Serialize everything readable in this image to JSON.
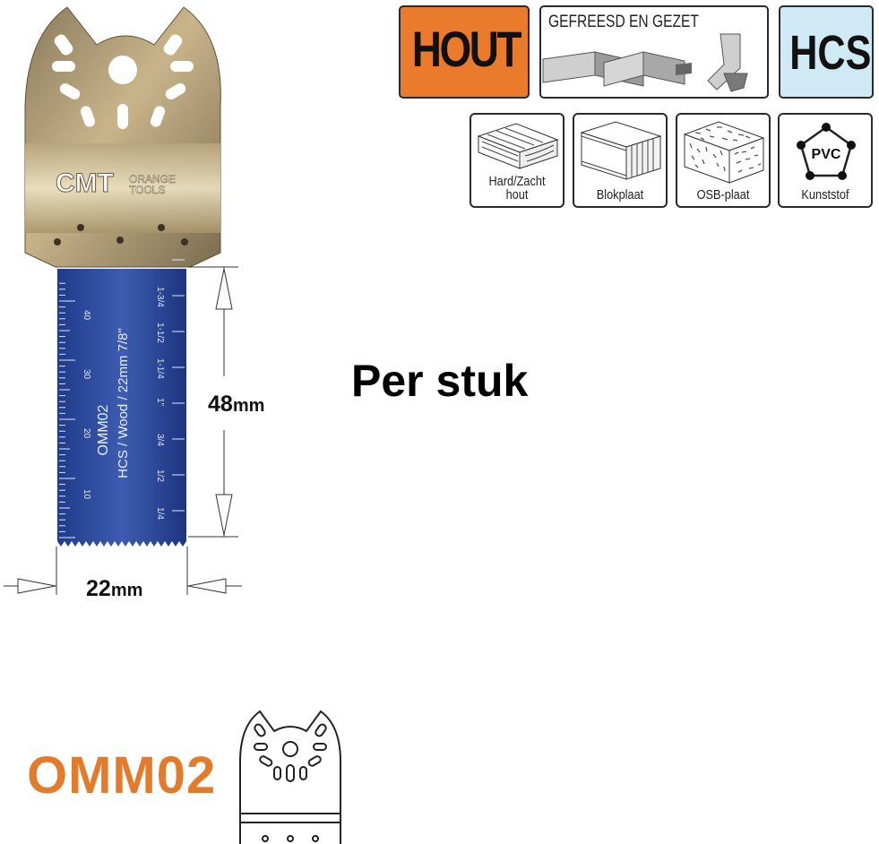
{
  "badges": {
    "wood": "HOUT",
    "cut_type": "GEFREESD EN GEZET",
    "steel": "HCS"
  },
  "materials": [
    {
      "icon": "wood-grain-icon",
      "label_line1": "Hard/Zacht",
      "label_line2": "hout"
    },
    {
      "icon": "blockboard-icon",
      "label_line1": "Blokplaat",
      "label_line2": ""
    },
    {
      "icon": "osb-board-icon",
      "label_line1": "OSB-plaat",
      "label_line2": ""
    },
    {
      "icon": "pvc-pentagon-icon",
      "label_line1": "Kunststof",
      "label_line2": "",
      "icon_text": "PVC"
    }
  ],
  "brand": {
    "logo": "CMT",
    "sub1": "ORANGE",
    "sub2": "TOOLS"
  },
  "blade": {
    "print_line1": "OMM02",
    "print_line2": "HCS / Wood / 22mm 7/8\"",
    "metric_ticks": [
      "10",
      "20",
      "30",
      "40"
    ],
    "imperial_ticks": [
      "1/4",
      "1/2",
      "3/4",
      "1\"",
      "1-1/4",
      "1-1/2",
      "1-3/4"
    ]
  },
  "dimensions": {
    "length_value": "48",
    "length_unit": "mm",
    "width_value": "22",
    "width_unit": "mm"
  },
  "sale_unit": "Per stuk",
  "model_code": "OMM02",
  "colors": {
    "orange": "#e27b2c",
    "hcs_blue": "#cfe9f5",
    "blade_blue": "#2c4aa0"
  }
}
